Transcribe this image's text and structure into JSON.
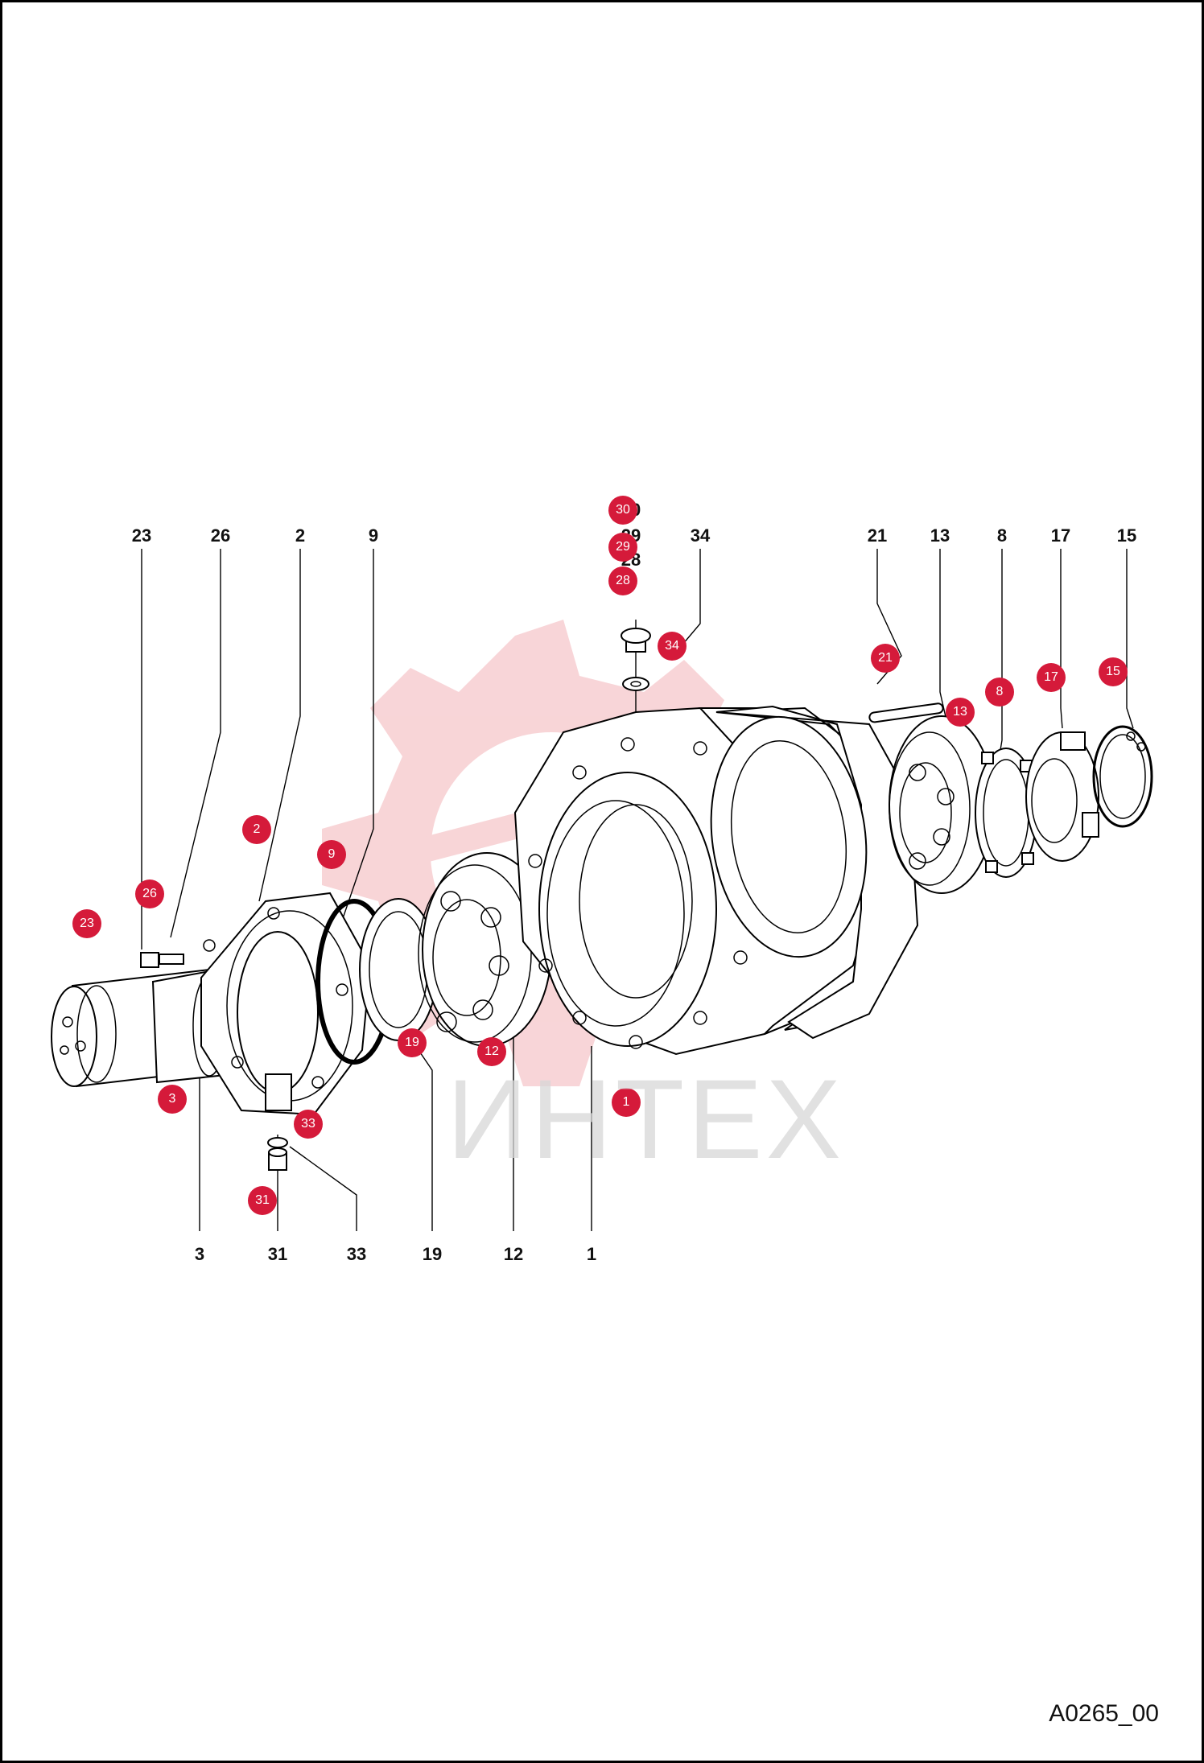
{
  "diagram": {
    "drawing_code": "A0265_00",
    "watermark_text": "ИНТЕХ",
    "colors": {
      "callout": "#d51a3a",
      "watermark": "#f3b3b8",
      "line": "#000000"
    },
    "top_labels": [
      "23",
      "26",
      "2",
      "9",
      "30",
      "29",
      "28",
      "34",
      "21",
      "13",
      "8",
      "17",
      "15"
    ],
    "bottom_labels": [
      "3",
      "31",
      "33",
      "19",
      "12",
      "1"
    ],
    "callouts": [
      "30",
      "29",
      "28",
      "34",
      "21",
      "13",
      "8",
      "17",
      "15",
      "2",
      "9",
      "26",
      "23",
      "19",
      "12",
      "3",
      "33",
      "31",
      "1"
    ]
  }
}
